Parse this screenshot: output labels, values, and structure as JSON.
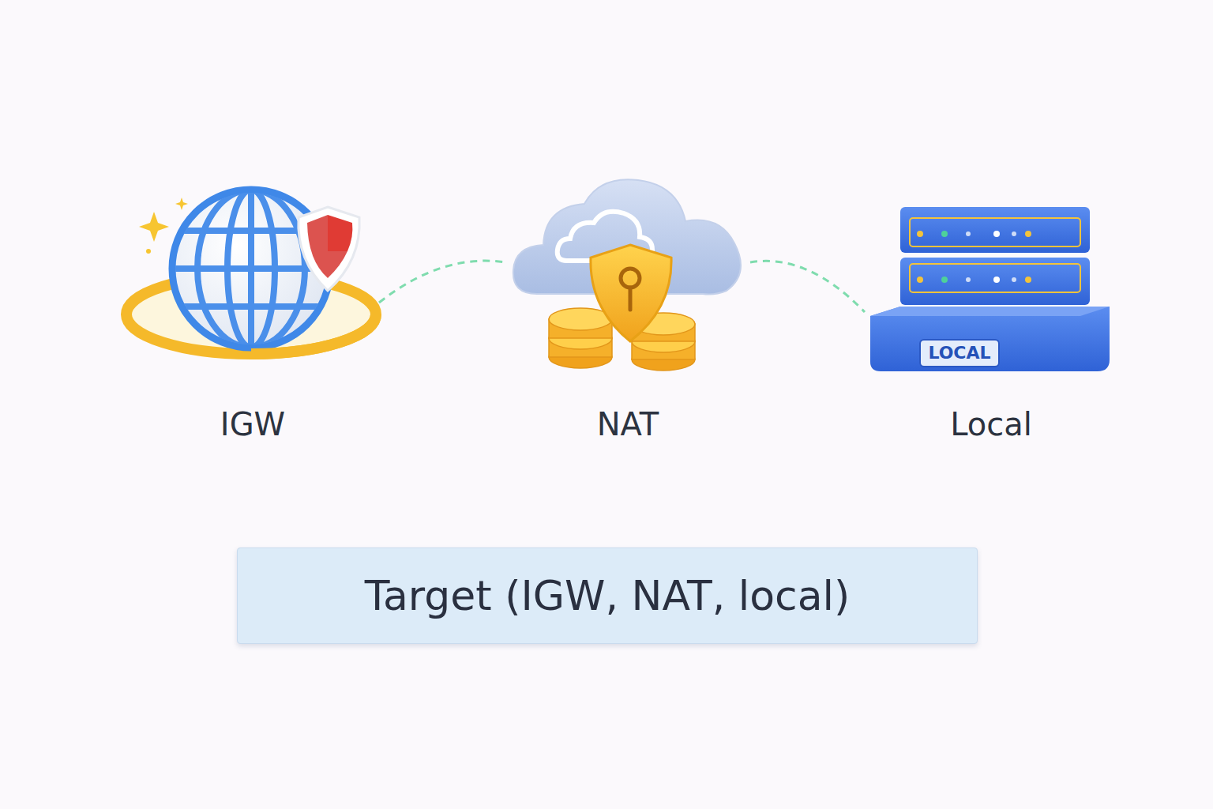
{
  "diagram": {
    "nodes": [
      {
        "text": [
          "IGW"
        ]
      },
      {
        "text": [
          "NAT"
        ]
      },
      {
        "text": [
          "LOCAL",
          "Local"
        ]
      },
      {
        "text": [
          "Target (IGW, NAT, local)"
        ]
      }
    ],
    "edges": [
      {
        "from": 0,
        "to": 1,
        "arrow": "none"
      },
      {
        "from": 1,
        "to": 2,
        "arrow": "none"
      }
    ]
  }
}
